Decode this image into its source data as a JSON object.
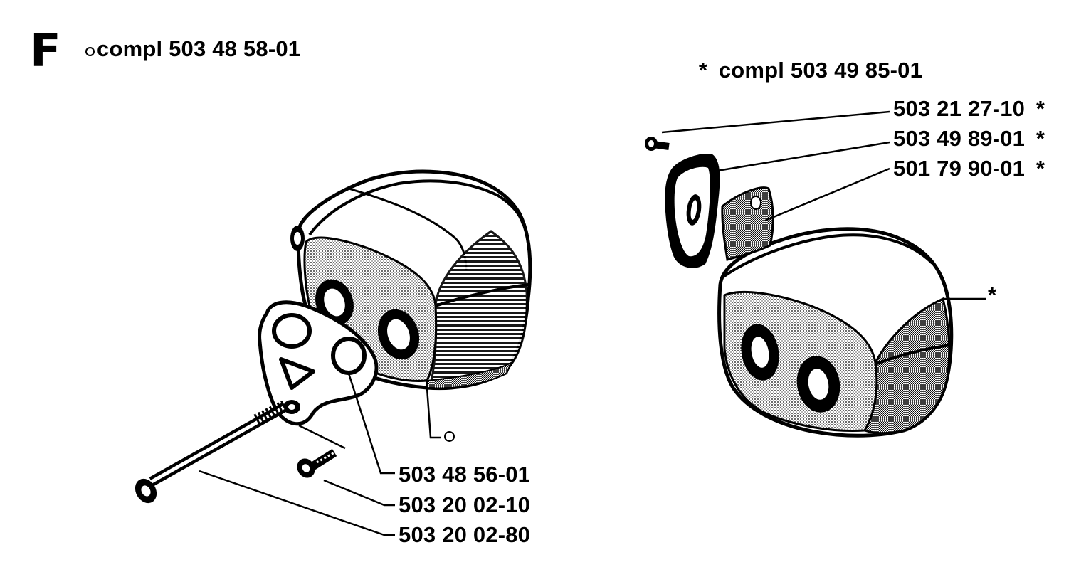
{
  "section_letter": "F",
  "left_kit": {
    "symbol": "o",
    "label": "compl 503 48 58-01"
  },
  "right_kit": {
    "symbol": "*",
    "label": "compl 503 49 85-01"
  },
  "left_parts": [
    {
      "number": "503 48 56-01"
    },
    {
      "number": "503 20 02-10"
    },
    {
      "number": "503 20 02-80"
    }
  ],
  "left_muffler_callout": "o",
  "right_parts": [
    {
      "number": "503 21 27-10",
      "mark": "*"
    },
    {
      "number": "503 49 89-01",
      "mark": "*"
    },
    {
      "number": "501 79 90-01",
      "mark": "*"
    }
  ],
  "right_muffler_callout": "*"
}
